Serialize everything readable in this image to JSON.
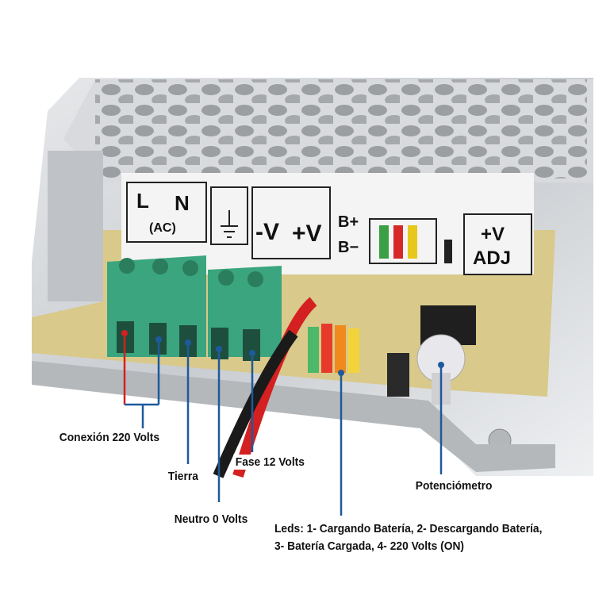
{
  "device_labels": {
    "l": "L",
    "n": "N",
    "ac": "(AC)",
    "neg_v": "-V",
    "pos_v": "+V",
    "b_plus": "B+",
    "b_minus": "B−",
    "adj_v": "+V",
    "adj": "ADJ"
  },
  "annotations": {
    "conexion": "Conexión 220 Volts",
    "tierra": "Tierra",
    "fase": "Fase 12 Volts",
    "neutro": "Neutro 0 Volts",
    "potenciometro": "Potenciómetro",
    "leds_line1": "Leds: 1- Cargando Batería, 2- Descargando Batería,",
    "leds_line2": "3- Batería Cargada, 4- 220 Volts (ON)"
  },
  "colors": {
    "line_blue": "#1d5a9c",
    "line_red": "#d42020",
    "terminal_green": "#3aa57e",
    "pcb": "#d9c98a"
  }
}
